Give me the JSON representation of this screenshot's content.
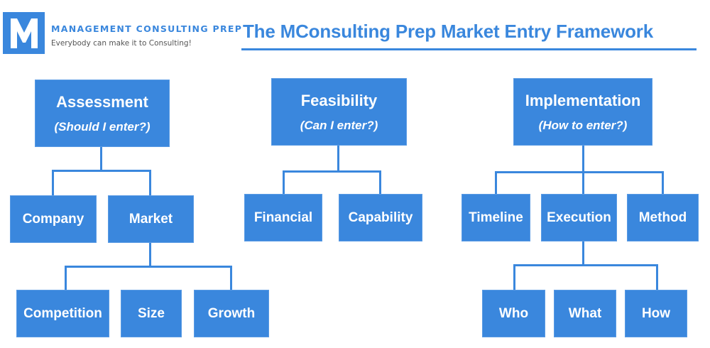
{
  "header": {
    "logo_letter": "M",
    "brand_name": "MANAGEMENT CONSULTING PREP",
    "tagline": "Everybody can make it to Consulting!",
    "title": "The MConsulting Prep Market Entry Framework"
  },
  "colors": {
    "primary": "#3a87dd",
    "box_text": "#ffffff",
    "tagline": "#555555"
  },
  "tree": {
    "assessment": {
      "label": "Assessment",
      "question": "(Should I enter?)",
      "children": {
        "company": "Company",
        "market": {
          "label": "Market",
          "children": [
            "Competition",
            "Size",
            "Growth"
          ]
        }
      }
    },
    "feasibility": {
      "label": "Feasibility",
      "question": "(Can I enter?)",
      "children": [
        "Financial",
        "Capability"
      ]
    },
    "implementation": {
      "label": "Implementation",
      "question": "(How to enter?)",
      "children": {
        "timeline": "Timeline",
        "execution": {
          "label": "Execution",
          "children": [
            "Who",
            "What",
            "How"
          ]
        },
        "method": "Method"
      }
    }
  }
}
